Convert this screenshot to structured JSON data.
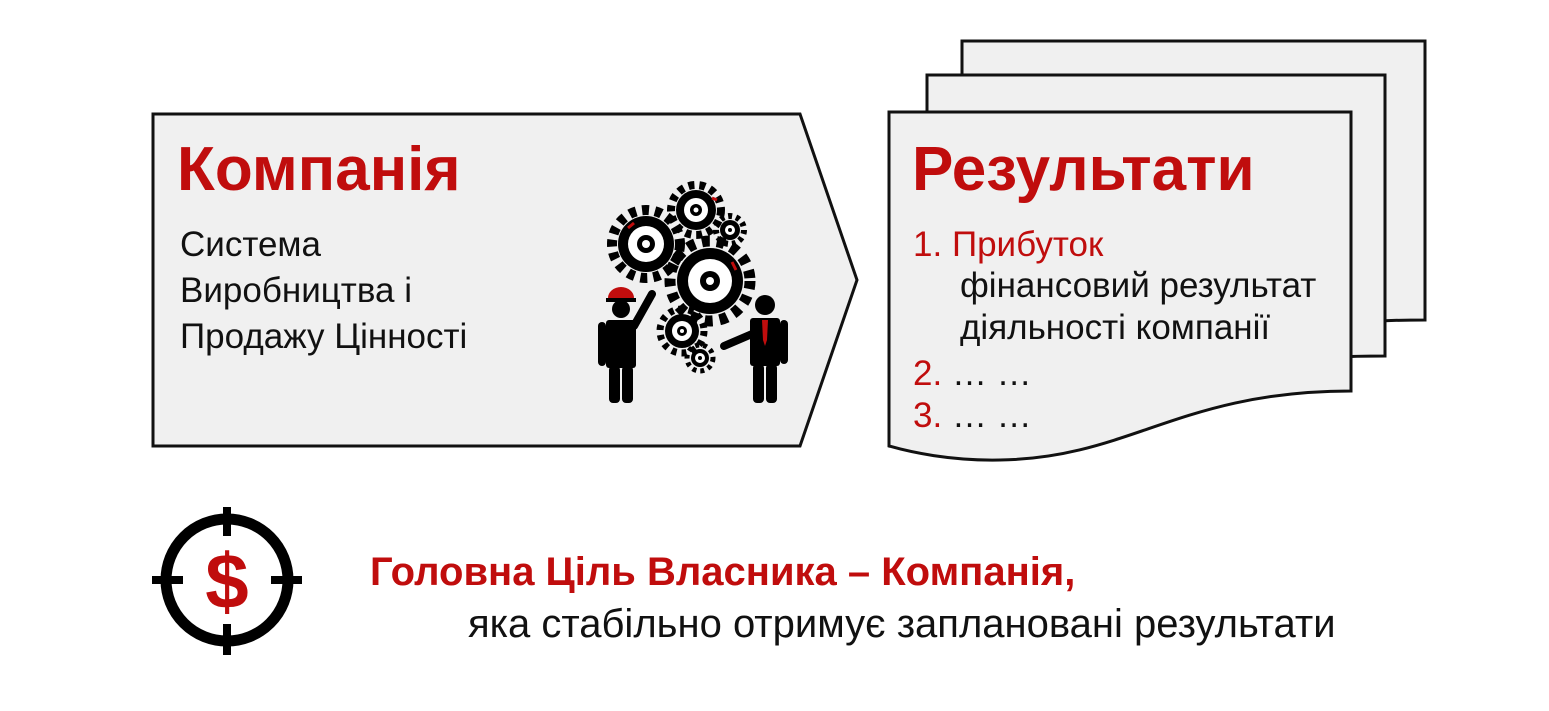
{
  "colors": {
    "accent": "#c00d0d",
    "text": "#111111",
    "panel": "#f0f0f0",
    "stroke": "#111111"
  },
  "company": {
    "title": "Компанія",
    "lines": [
      "Система",
      "Виробництва і",
      "Продажу Цінності"
    ],
    "icon": "gears-people-icon"
  },
  "results": {
    "title": "Результати",
    "items": [
      {
        "num": "1.",
        "label": "Прибуток",
        "desc": [
          "фінансовий результат",
          "діяльності компанії"
        ]
      },
      {
        "num": "2.",
        "label": "… …"
      },
      {
        "num": "3.",
        "label": "… …"
      }
    ]
  },
  "goal": {
    "icon": "target-dollar-icon",
    "line1": "Головна Ціль Власника – Компанія,",
    "line2": "яка стабільно отримує заплановані результати"
  }
}
